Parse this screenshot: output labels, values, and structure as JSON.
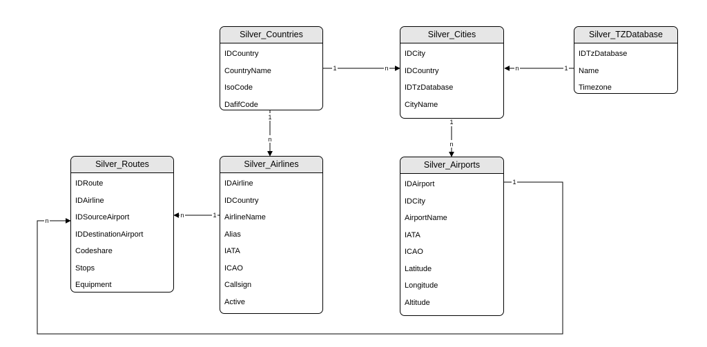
{
  "colors": {
    "header_fill": "#e6e6e6",
    "border": "#000000",
    "background": "#ffffff",
    "text": "#000000"
  },
  "entities": {
    "countries": {
      "title": "Silver_Countries",
      "fields": [
        "IDCountry",
        "CountryName",
        "IsoCode",
        "DafifCode"
      ]
    },
    "cities": {
      "title": "Silver_Cities",
      "fields": [
        "IDCity",
        "IDCountry",
        "IDTzDatabase",
        "CityName"
      ]
    },
    "tzdatabase": {
      "title": "Silver_TZDatabase",
      "fields": [
        "IDTzDatabase",
        "Name",
        "Timezone"
      ]
    },
    "routes": {
      "title": "Silver_Routes",
      "fields": [
        "IDRoute",
        "IDAirline",
        "IDSourceAirport",
        "IDDestinationAirport",
        "Codeshare",
        "Stops",
        "Equipment"
      ]
    },
    "airlines": {
      "title": "Silver_Airlines",
      "fields": [
        "IDAirline",
        "IDCountry",
        "AirlineName",
        "Alias",
        "IATA",
        "ICAO",
        "Callsign",
        "Active"
      ]
    },
    "airports": {
      "title": "Silver_Airports",
      "fields": [
        "IDAirport",
        "IDCity",
        "AirportName",
        "IATA",
        "ICAO",
        "Latitude",
        "Longitude",
        "Altitude"
      ]
    }
  },
  "relationships": [
    {
      "from": "Silver_Countries",
      "to": "Silver_Cities",
      "from_card": "1",
      "to_card": "n"
    },
    {
      "from": "Silver_TZDatabase",
      "to": "Silver_Cities",
      "from_card": "1",
      "to_card": "n"
    },
    {
      "from": "Silver_Countries",
      "to": "Silver_Airlines",
      "from_card": "1",
      "to_card": "n"
    },
    {
      "from": "Silver_Cities",
      "to": "Silver_Airports",
      "from_card": "1",
      "to_card": "n"
    },
    {
      "from": "Silver_Airlines",
      "to": "Silver_Routes",
      "from_card": "1",
      "to_card": "n"
    },
    {
      "from": "Silver_Airports",
      "to": "Silver_Routes",
      "from_card": "1",
      "to_card": "n"
    }
  ]
}
